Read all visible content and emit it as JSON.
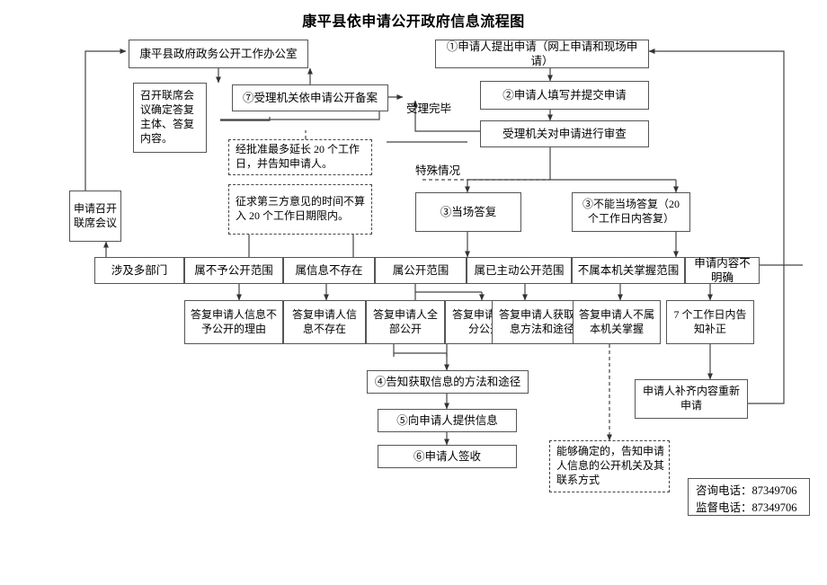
{
  "title": "康平县依申请公开政府信息流程图",
  "nodes": {
    "office": "康平县政府政务公开工作办公室",
    "joint_meeting_decide": "召开联席会议确定答复主体、答复内容。",
    "record_filing": "⑦受理机关依申请公开备案",
    "apply_joint_meeting": "申请召开联席会议",
    "extend_20days": "经批准最多延长 20 个工作日，并告知申请人。",
    "third_party_time": "征求第三方意见的时间不算入 20 个工作日期限内。",
    "step1_submit": "①申请人提出申请（网上申请和现场申请）",
    "step2_fill": "②申请人填写并提交申请",
    "review": "受理机关对申请进行审查",
    "onsite_reply": "③当场答复",
    "not_onsite_reply": "③不能当场答复（20 个工作日内答复）",
    "cat_multi_dept": "涉及多部门",
    "cat_not_public": "属不予公开范围",
    "cat_not_exist": "属信息不存在",
    "cat_public": "属公开范围",
    "cat_already_public": "属已主动公开范围",
    "cat_not_held": "不属本机关掌握范围",
    "cat_unclear": "申请内容不明确",
    "ans_reason_not_public": "答复申请人信息不予公开的理由",
    "ans_not_exist": "答复申请人信息不存在",
    "ans_full_public": "答复申请人全部公开",
    "ans_partial_public": "答复申请人部分公开",
    "ans_method": "答复申请人获取信息方法和途径",
    "ans_not_held": "答复申请人不属本机关掌握",
    "ans_7days": "7 个工作日内告知补正",
    "step4_inform": "④告知获取信息的方法和途径",
    "step5_provide": "⑤向申请人提供信息",
    "step6_receipt": "⑥申请人签收",
    "reapply": "申请人补齐内容重新申请",
    "if_determinable": "能够确定的，告知申请人信息的公开机关及其联系方式"
  },
  "labels": {
    "accept_done": "受理完毕",
    "special_case": "特殊情况"
  },
  "contact": {
    "consult": "咨询电话：87349706",
    "supervise": "监督电话：87349706"
  },
  "colors": {
    "border": "#555555",
    "line": "#444444",
    "background": "#ffffff",
    "text": "#000000"
  }
}
